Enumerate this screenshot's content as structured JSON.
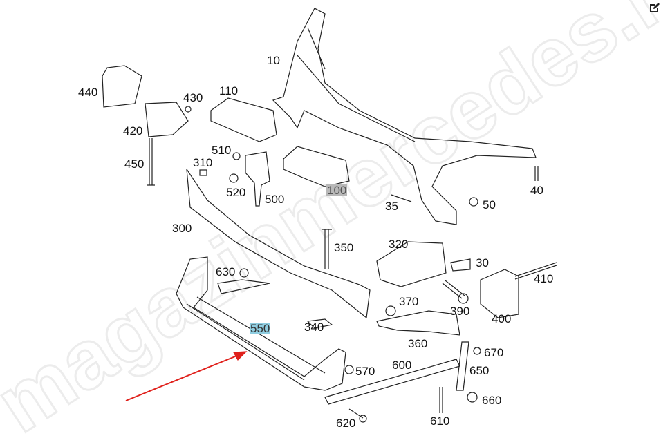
{
  "watermark": "magazinmercedes.ru",
  "toolbar": {
    "edit_icon": "edit-icon"
  },
  "labels": {
    "p10": "10",
    "p110": "110",
    "p440": "440",
    "p430": "430",
    "p420": "420",
    "p450": "450",
    "p510": "510",
    "p310": "310",
    "p520": "520",
    "p500": "500",
    "p100": "100",
    "p40": "40",
    "p35": "35",
    "p50": "50",
    "p300": "300",
    "p350": "350",
    "p320": "320",
    "p30": "30",
    "p630": "630",
    "p410": "410",
    "p370": "370",
    "p390": "390",
    "p400": "400",
    "p340": "340",
    "p550": "550",
    "p360": "360",
    "p670": "670",
    "p600": "600",
    "p570": "570",
    "p650": "650",
    "p660": "660",
    "p620": "620",
    "p610": "610"
  },
  "highlight": {
    "selected_part": "550",
    "hover_part": "100",
    "selected_color": "#8fcde0",
    "hover_color": "#b8b8b8",
    "arrow_color": "#e0201b"
  }
}
